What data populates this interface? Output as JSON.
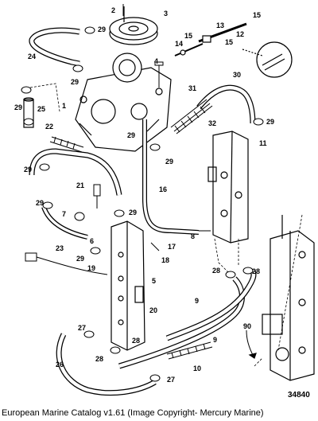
{
  "figure": {
    "reference_number": "34840",
    "caption": "European Marine Catalog v1.61 (Image Copyright- Mercury Marine)"
  },
  "callouts": [
    "1",
    "2",
    "3",
    "4",
    "5",
    "6",
    "7",
    "8",
    "9",
    "10",
    "11",
    "12",
    "13",
    "14",
    "15",
    "16",
    "17",
    "18",
    "19",
    "20",
    "21",
    "22",
    "23",
    "24",
    "25",
    "26",
    "27",
    "28",
    "29",
    "30",
    "31",
    "32",
    "90"
  ]
}
